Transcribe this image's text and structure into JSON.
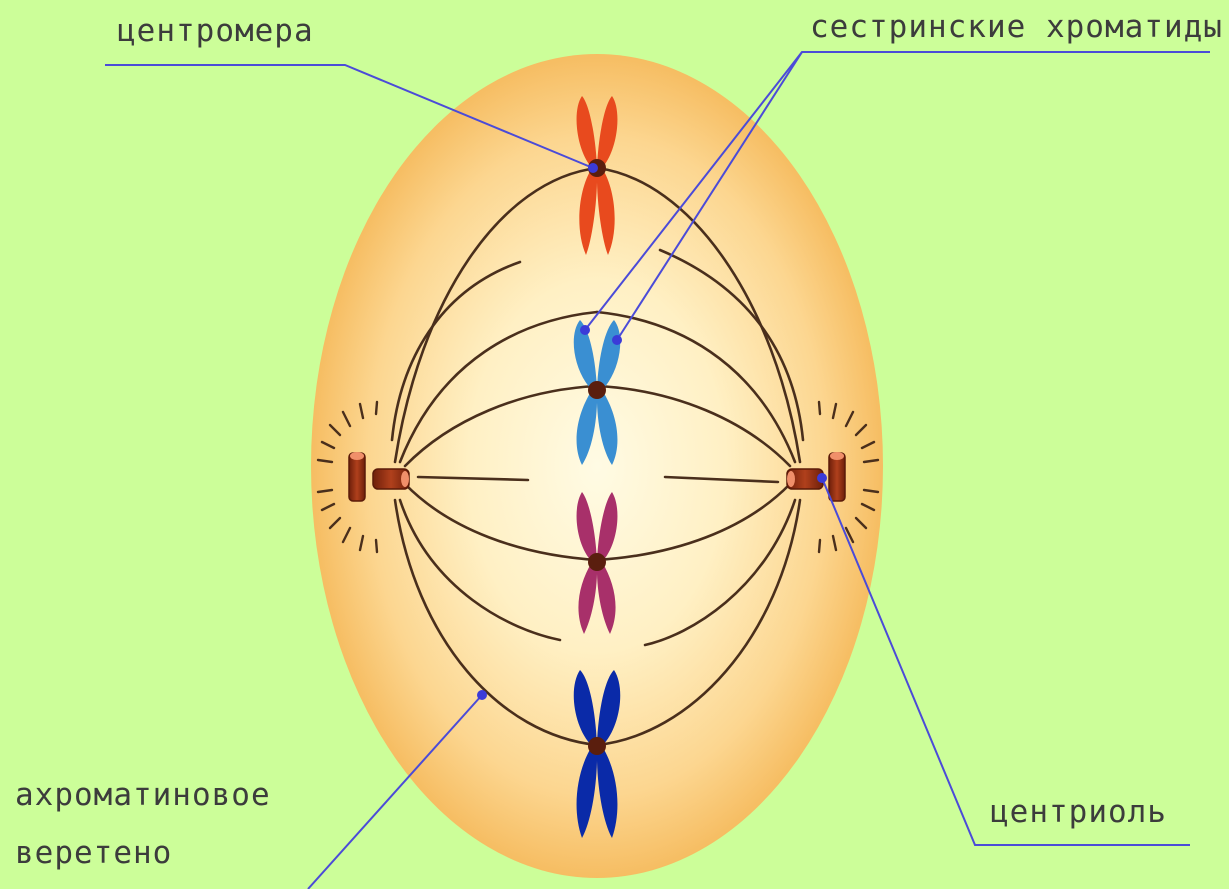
{
  "labels": {
    "centromere": "центромера",
    "sister_chromatids": "сестринские хроматиды",
    "spindle_line1": "ахроматиновое",
    "spindle_line2": "веретено",
    "centriole": "центриоль"
  },
  "colors": {
    "background": "#ccfe99",
    "cell_outer": "#f8c26a",
    "cell_inner": "#fff8d8",
    "spindle_fibers": "#4a2f1c",
    "pointer_lines": "#4b4bd8",
    "centriole": "#8b2a10",
    "centromere": "#5a1e0e",
    "chromosome_1": "#e84a1e",
    "chromosome_2": "#3a8fd2",
    "chromosome_3": "#a8306a",
    "chromosome_4": "#0a2aa8"
  }
}
